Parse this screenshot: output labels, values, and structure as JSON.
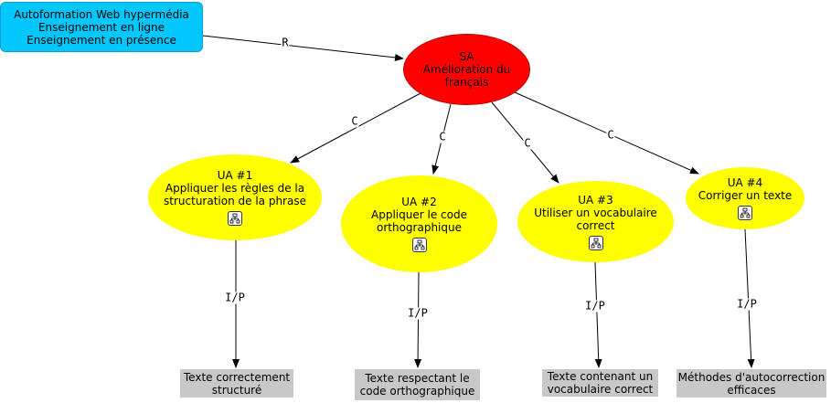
{
  "source": {
    "lines": [
      "Autoformation Web hypermédia",
      "Enseignement en ligne",
      "Enseignement en présence"
    ]
  },
  "goal": {
    "lines": [
      "SA",
      "Amélioration du",
      "français"
    ]
  },
  "units": [
    {
      "lines": [
        "UA #1",
        "Appliquer les règles de la",
        "structuration de la phrase"
      ]
    },
    {
      "lines": [
        "UA #2",
        "Appliquer le code",
        "orthographique"
      ]
    },
    {
      "lines": [
        "UA #3",
        "Utiliser un vocabulaire",
        "correct"
      ]
    },
    {
      "lines": [
        "UA #4",
        "Corriger un texte"
      ]
    }
  ],
  "outputs": [
    {
      "lines": [
        "Texte correctement",
        "structuré"
      ]
    },
    {
      "lines": [
        "Texte respectant le",
        "code orthographique"
      ]
    },
    {
      "lines": [
        "Texte contenant un",
        "vocabulaire correct"
      ]
    },
    {
      "lines": [
        "Méthodes d'autocorrection",
        "efficaces"
      ]
    }
  ],
  "edge_labels": {
    "source_to_goal": "R",
    "goal_to_unit": "C",
    "unit_to_output": "I/P"
  },
  "icons": {
    "unit_sub_icon": "submodel-icon"
  },
  "colors": {
    "source": "#00c8ff",
    "goal": "#ff0000",
    "unit": "#ffff00",
    "output": "#c8c8c8"
  }
}
